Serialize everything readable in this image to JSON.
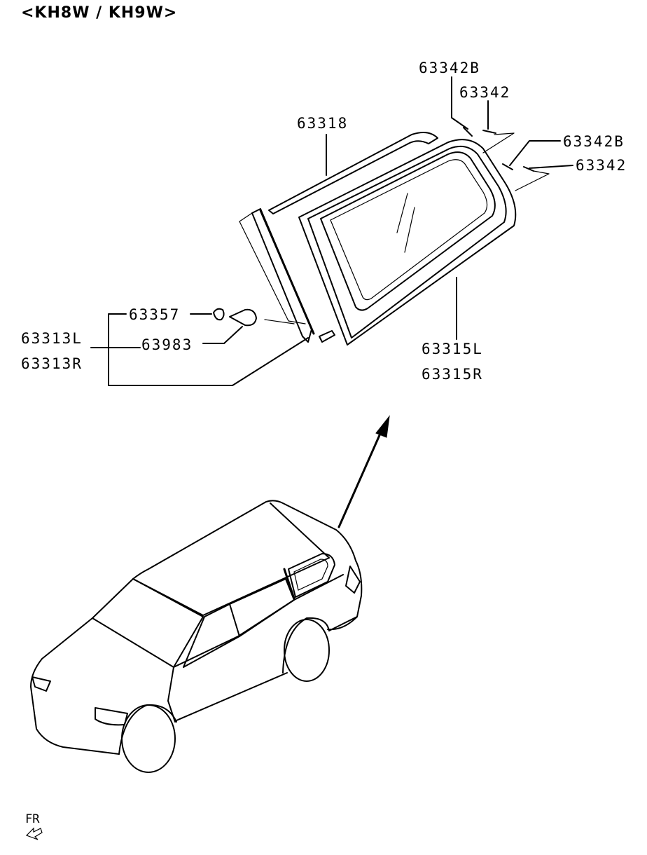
{
  "title": "<KH8W / KH9W>",
  "labels": {
    "p63342b_top": "63342B",
    "p63342_top": "63342",
    "p63318": "63318",
    "p63342b_right": "63342B",
    "p63342_right": "63342",
    "p63357": "63357",
    "p63983": "63983",
    "p63313l": "63313L",
    "p63313r": "63313R",
    "p63315l": "63315L",
    "p63315r": "63315R"
  },
  "fr_marker": "FR"
}
